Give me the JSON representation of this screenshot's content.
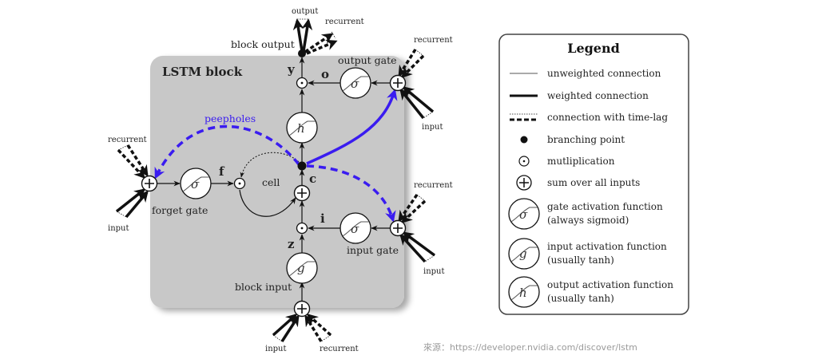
{
  "diagram": {
    "block_title": "LSTM block",
    "labels": {
      "block_output": "block output",
      "output": "output",
      "recurrent_top": "recurrent",
      "recurrent_output_gate": "recurrent",
      "input_output_gate": "input",
      "output_gate": "output gate",
      "peepholes": "peepholes",
      "recurrent_forget": "recurrent",
      "input_forget": "input",
      "forget_gate": "forget gate",
      "cell": "cell",
      "recurrent_input_gate": "recurrent",
      "input_input_gate": "input",
      "input_gate": "input gate",
      "block_input": "block input",
      "input_bottom": "input",
      "recurrent_bottom": "recurrent"
    },
    "variables": {
      "y": "y",
      "o": "o",
      "f": "f",
      "c": "c",
      "i": "i",
      "z": "z"
    },
    "functions": {
      "sigma": "σ",
      "g": "g",
      "h": "h"
    },
    "colors": {
      "block_fill": "#c8c8c8",
      "peephole": "#3a1cf0",
      "line": "#111111"
    }
  },
  "legend": {
    "title": "Legend",
    "items": [
      {
        "symbol": "thin-line",
        "label": "unweighted connection"
      },
      {
        "symbol": "thick-line",
        "label": "weighted connection"
      },
      {
        "symbol": "dashed-line",
        "label": "connection with time-lag"
      },
      {
        "symbol": "dot",
        "label": "branching point"
      },
      {
        "symbol": "circle-dot",
        "label": "mutliplication"
      },
      {
        "symbol": "circle-plus",
        "label": "sum over all inputs"
      },
      {
        "symbol": "sigma",
        "label": "gate activation function",
        "sublabel": "(always sigmoid)"
      },
      {
        "symbol": "g",
        "label": "input activation function",
        "sublabel": "(usually tanh)"
      },
      {
        "symbol": "h",
        "label": "output activation function",
        "sublabel": "(usually tanh)"
      }
    ]
  },
  "source": "來源：https://developer.nvidia.com/discover/lstm"
}
